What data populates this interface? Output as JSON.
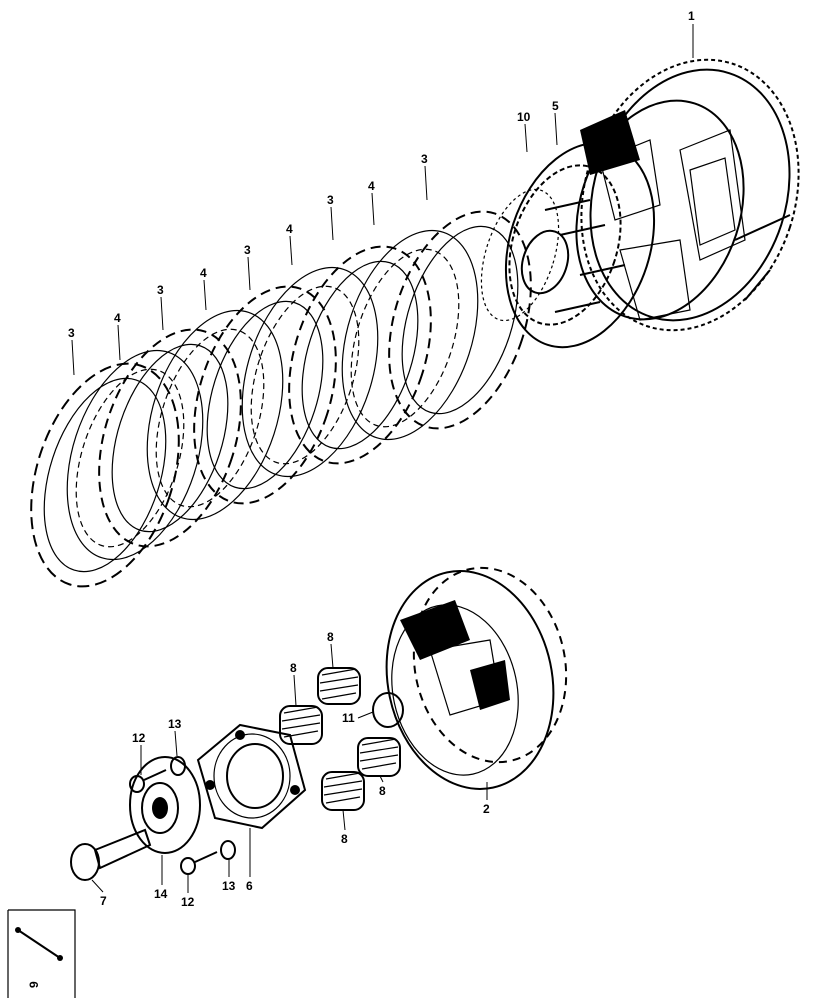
{
  "diagram": {
    "callouts": [
      {
        "id": "c1",
        "text": "1"
      },
      {
        "id": "c5",
        "text": "5"
      },
      {
        "id": "c10",
        "text": "10"
      },
      {
        "id": "c3a",
        "text": "3"
      },
      {
        "id": "c4a",
        "text": "4"
      },
      {
        "id": "c3b",
        "text": "3"
      },
      {
        "id": "c4b",
        "text": "4"
      },
      {
        "id": "c3c",
        "text": "3"
      },
      {
        "id": "c4c",
        "text": "4"
      },
      {
        "id": "c3d",
        "text": "3"
      },
      {
        "id": "c4d",
        "text": "4"
      },
      {
        "id": "c3e",
        "text": "3"
      },
      {
        "id": "c8a",
        "text": "8"
      },
      {
        "id": "c8b",
        "text": "8"
      },
      {
        "id": "c8c",
        "text": "8"
      },
      {
        "id": "c8d",
        "text": "8"
      },
      {
        "id": "c11",
        "text": "11"
      },
      {
        "id": "c2",
        "text": "2"
      },
      {
        "id": "c12a",
        "text": "12"
      },
      {
        "id": "c13a",
        "text": "13"
      },
      {
        "id": "c12b",
        "text": "12"
      },
      {
        "id": "c13b",
        "text": "13"
      },
      {
        "id": "c14",
        "text": "14"
      },
      {
        "id": "c6",
        "text": "6"
      },
      {
        "id": "c7",
        "text": "7"
      },
      {
        "id": "c9",
        "text": "9"
      }
    ]
  }
}
